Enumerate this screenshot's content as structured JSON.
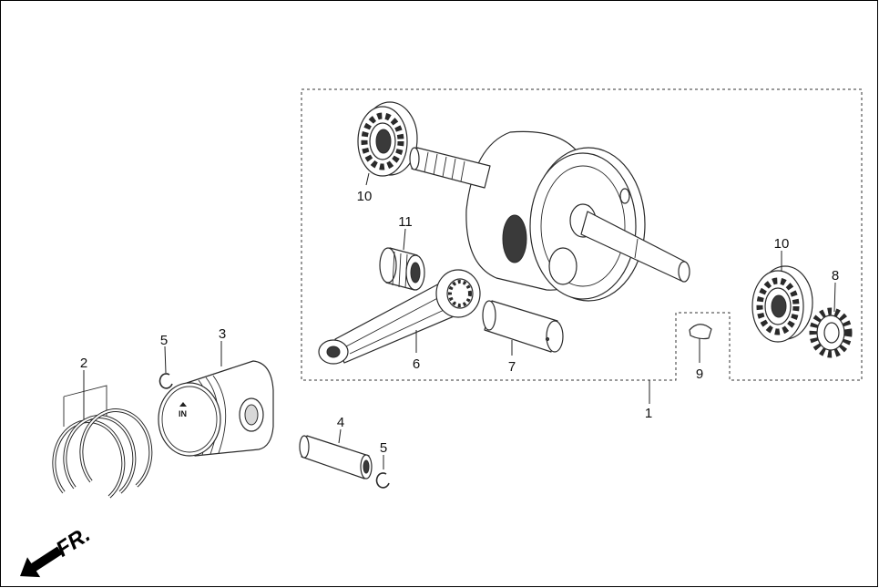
{
  "callouts": {
    "c1": "1",
    "c2": "2",
    "c3": "3",
    "c4": "4",
    "c5a": "5",
    "c5b": "5",
    "c6": "6",
    "c7": "7",
    "c8": "8",
    "c9": "9",
    "c10a": "10",
    "c10b": "10",
    "c11": "11"
  },
  "piston_marking": "IN",
  "front_arrow": {
    "label": "FR."
  },
  "colors": {
    "line": "#2a2a2a",
    "background": "#ffffff",
    "arrow": "#000000"
  }
}
